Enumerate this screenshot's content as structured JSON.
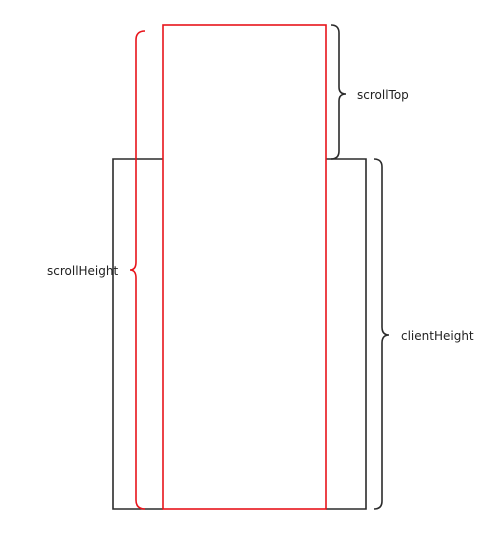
{
  "labels": {
    "scroll_top": "scrollTop",
    "scroll_height": "scrollHeight",
    "client_height": "clientHeight"
  },
  "colors": {
    "content_box": "#e8141b",
    "viewport_box": "#2b2b2b",
    "text": "#222222"
  }
}
